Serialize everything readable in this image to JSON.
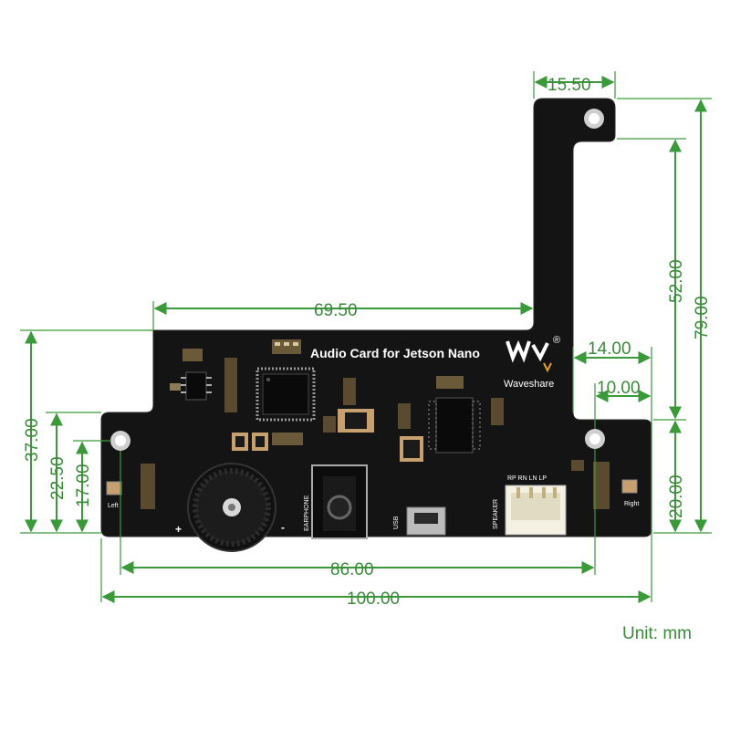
{
  "board": {
    "title": "Audio Card for Jetson Nano",
    "brand": "Waveshare",
    "registered_mark": "®",
    "labels": {
      "left": "Left",
      "right": "Right",
      "plus": "+",
      "minus": "-",
      "earphone": "EARPHONE",
      "usb": "USB",
      "speaker": "SPEAKER",
      "speaker_pins": "RP RN LN LP"
    }
  },
  "dimensions": {
    "top_width": "15.50",
    "right_upper_height": "52.00",
    "right_total_height": "79.00",
    "upper_width": "69.50",
    "right_step_width": "14.00",
    "hole_offset": "10.00",
    "right_lower_height": "20.00",
    "left_height": "37.00",
    "left_mid_height": "22.50",
    "left_hole_height": "17.00",
    "hole_spacing": "86.00",
    "total_width": "100.00"
  },
  "unit": "Unit: mm",
  "colors": {
    "dimension": "#3a9a3a",
    "board": "#141414",
    "silkscreen": "#ffffff"
  }
}
